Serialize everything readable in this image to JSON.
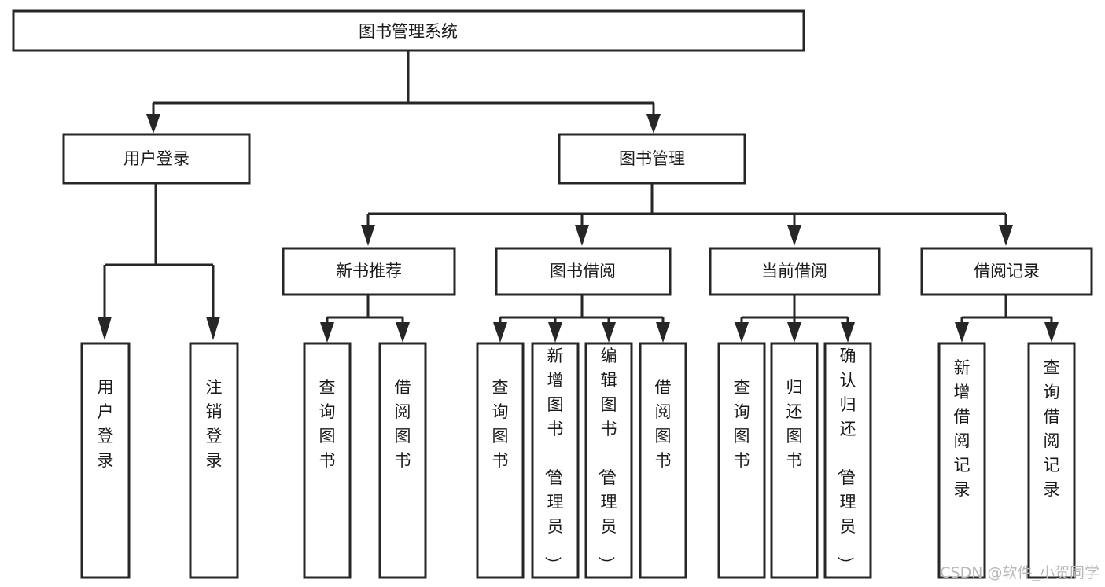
{
  "diagram": {
    "title": "图书管理系统",
    "type": "tree",
    "root": {
      "id": "root",
      "label": "图书管理系统"
    },
    "level1": [
      {
        "id": "user-login",
        "label": "用户登录"
      },
      {
        "id": "book-manage",
        "label": "图书管理"
      }
    ],
    "level2": [
      {
        "id": "new-book-rec",
        "label": "新书推荐",
        "parent": "book-manage"
      },
      {
        "id": "book-borrow",
        "label": "图书借阅",
        "parent": "book-manage"
      },
      {
        "id": "current-borrow",
        "label": "当前借阅",
        "parent": "book-manage"
      },
      {
        "id": "borrow-record",
        "label": "借阅记录",
        "parent": "book-manage"
      }
    ],
    "leaves": {
      "user-login": [
        {
          "id": "leaf-user-login",
          "label": "用户登录"
        },
        {
          "id": "leaf-logout",
          "label": "注销登录"
        }
      ],
      "new-book-rec": [
        {
          "id": "leaf-query-book-1",
          "label": "查询图书"
        },
        {
          "id": "leaf-borrow-book-1",
          "label": "借阅图书"
        }
      ],
      "book-borrow": [
        {
          "id": "leaf-query-book-2",
          "label": "查询图书"
        },
        {
          "id": "leaf-add-book",
          "label": "新增图书（管理员）"
        },
        {
          "id": "leaf-edit-book",
          "label": "编辑图书（管理员）"
        },
        {
          "id": "leaf-borrow-book-2",
          "label": "借阅图书"
        }
      ],
      "current-borrow": [
        {
          "id": "leaf-query-book-3",
          "label": "查询图书"
        },
        {
          "id": "leaf-return-book",
          "label": "归还图书"
        },
        {
          "id": "leaf-confirm-return",
          "label": "确认归还（管理员）"
        }
      ],
      "borrow-record": [
        {
          "id": "leaf-add-record",
          "label": "新增借阅记录"
        },
        {
          "id": "leaf-query-record",
          "label": "查询借阅记录"
        }
      ]
    }
  },
  "watermark": {
    "label": "CSDN @软件_小贺同学"
  },
  "colors": {
    "stroke": "#262626",
    "fill": "#ffffff",
    "text": "#1a1a1a",
    "watermark": "#b8b8b8"
  }
}
